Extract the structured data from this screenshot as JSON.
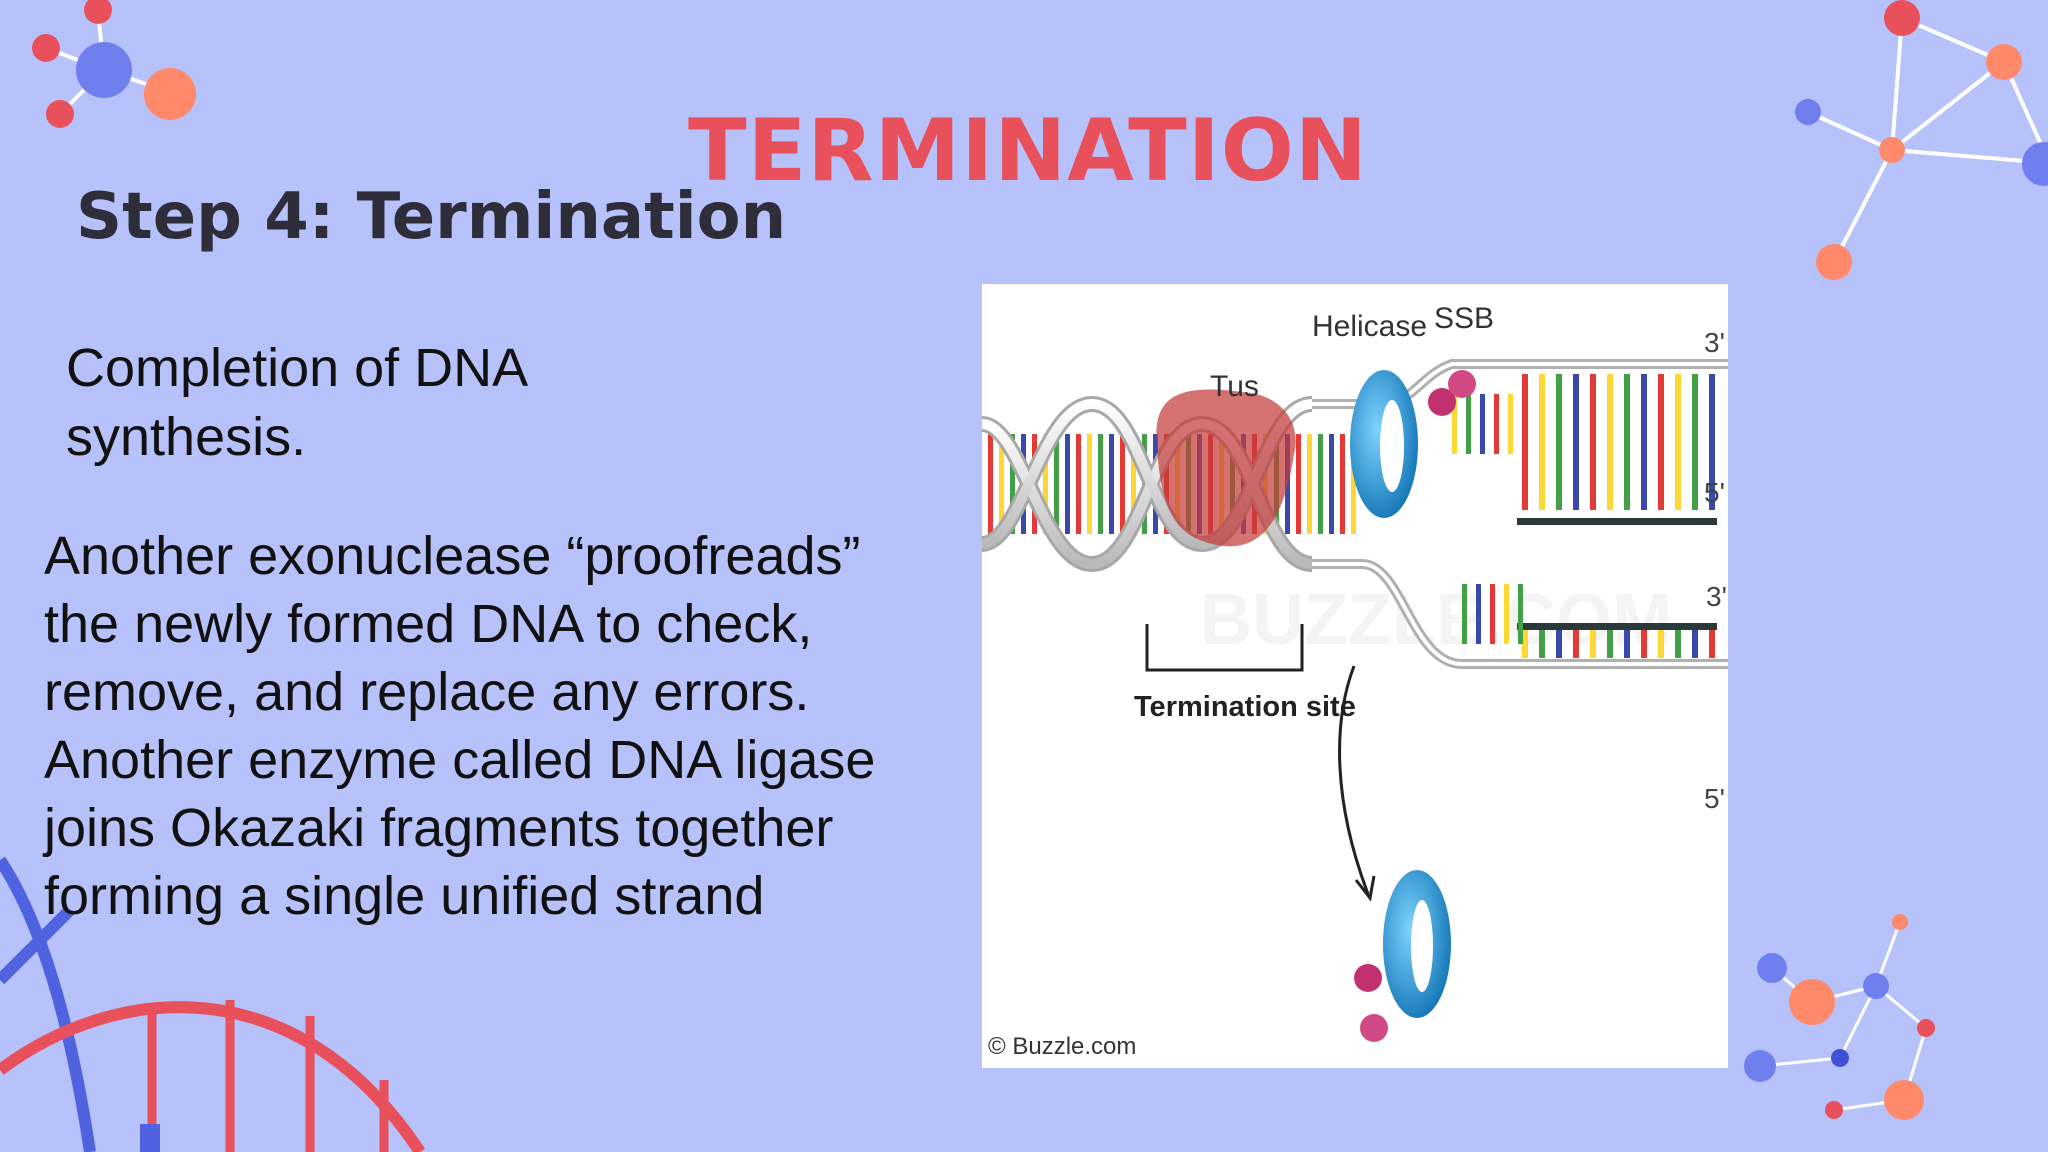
{
  "slide": {
    "title": "TERMINATION",
    "subtitle": "Step 4: Termination",
    "intro_lines": [
      "Completion of DNA",
      "synthesis."
    ],
    "body_lines": [
      "Another exonuclease “proofreads”",
      "the newly formed DNA to check,",
      "remove, and replace any errors.",
      "Another enzyme called DNA ligase",
      "joins Okazaki fragments together",
      "forming a single unified strand"
    ]
  },
  "diagram": {
    "labels": {
      "helicase": "Helicase",
      "ssb": "SSB",
      "tus": "Tus",
      "termination_site": "Termination site",
      "top_3prime": "3'",
      "top_5prime": "5'",
      "bottom_3prime": "3'",
      "bottom_5prime": "5'",
      "credit": "© Buzzle.com"
    },
    "watermark": "BUZZLE.COM"
  },
  "colors": {
    "background": "#b7c2fb",
    "title": "#e8505b",
    "subtitle": "#2e2e3a",
    "text": "#111111",
    "accent_red": "#e8505b",
    "accent_blue": "#6f7fee",
    "accent_orange": "#ff8a6b",
    "helicase_blue": "#1a8fd1",
    "ssb_pink": "#c2316f",
    "tus_red": "#c43a3a",
    "base_colors": [
      "#e53935",
      "#fdd835",
      "#43a047",
      "#3949ab"
    ]
  }
}
